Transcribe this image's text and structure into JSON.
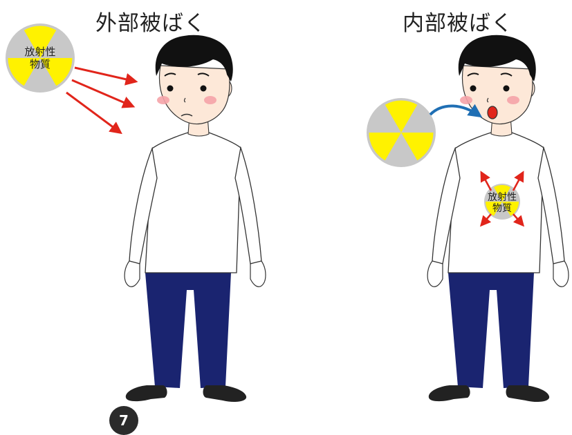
{
  "headings": {
    "external": "外部被ばく",
    "internal": "内部被ばく"
  },
  "source_label_external": {
    "line1": "放射性",
    "line2": "物質"
  },
  "source_label_internal": {
    "line1": "放射性",
    "line2": "物質"
  },
  "page_number": "7",
  "colors": {
    "radiation_yellow": "#fff200",
    "source_gray": "#c8c8c8",
    "arrow_red": "#e1251b",
    "arrow_blue": "#1f6fb4",
    "hair": "#111111",
    "skin": "#fde8d8",
    "shirt": "#ffffff",
    "pants": "#1a2470",
    "shoes": "#222222"
  },
  "icons": [
    "radiation-trefoil-icon",
    "red-arrow-icon",
    "blue-arrow-icon"
  ]
}
